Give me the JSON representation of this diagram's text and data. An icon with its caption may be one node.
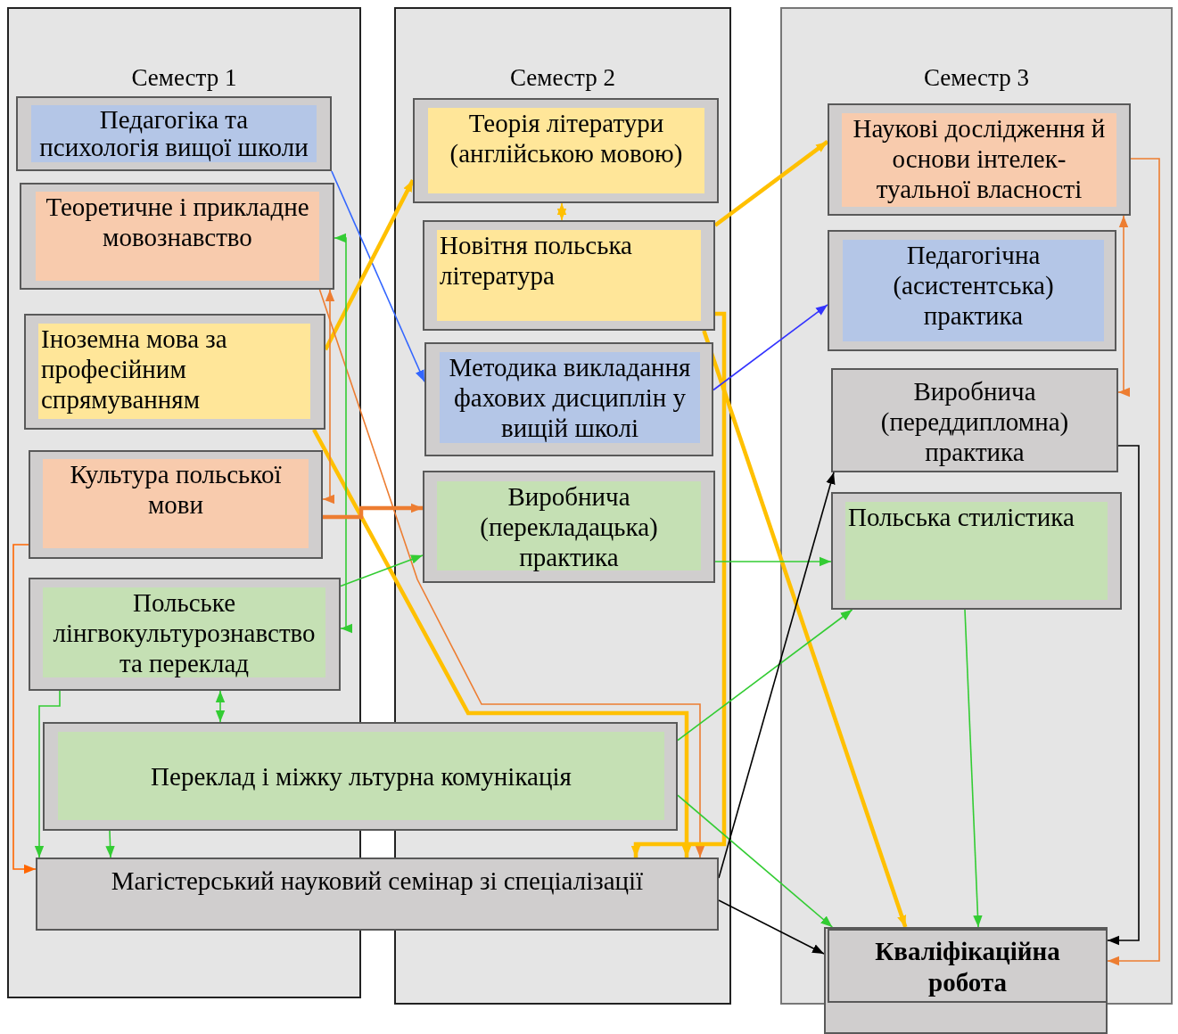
{
  "diagram": {
    "nodes": [
      {
        "text": [
          "Семестр 1"
        ]
      },
      {
        "text": [
          "Семестр 2"
        ]
      },
      {
        "text": [
          "Семестр 3"
        ]
      },
      {
        "text": [
          "Педагогіка та психологія вищої школи"
        ],
        "in": 0
      },
      {
        "text": [
          "Теоретичне і прикладне мовознавство"
        ],
        "in": 0
      },
      {
        "text": [
          "Іноземна мова за професійним спрямуванням"
        ],
        "in": 0
      },
      {
        "text": [
          "Культура польської мови"
        ],
        "in": 0
      },
      {
        "text": [
          "Польське лінгвокультурознавство та переклад"
        ],
        "in": 0
      },
      {
        "text": [
          "Теорія літератури (англійською мовою)"
        ],
        "in": 1
      },
      {
        "text": [
          "Новітня польська література"
        ],
        "in": 1
      },
      {
        "text": [
          "Методика викладання фахових дисциплін у вищій школі"
        ],
        "in": 1
      },
      {
        "text": [
          "Виробнича (перекладацька) практика"
        ],
        "in": 1
      },
      {
        "text": [
          "Наукові дослідження й основи інтелек- туальної власності"
        ],
        "in": 2
      },
      {
        "text": [
          "Педагогічна (асистентська) практика"
        ],
        "in": 2
      },
      {
        "text": [
          "Виробнича (переддипломна) практика"
        ],
        "in": 2
      },
      {
        "text": [
          "Польська стилістика"
        ],
        "in": 2
      },
      {
        "text": [
          "Переклад і міжку льтурна комунікація"
        ]
      },
      {
        "text": [
          "Магістерський науковий семінар зі спеціалізації"
        ]
      },
      {
        "text": [
          "Кваліфікаційна робота"
        ]
      }
    ],
    "edges": [
      {
        "from": 3,
        "to": 10,
        "arrow": "to",
        "color": "#3366ff"
      },
      {
        "from": 5,
        "to": 8,
        "arrow": "to",
        "style": "thick",
        "color": "#ffc000"
      },
      {
        "from": 5,
        "to": 17,
        "arrow": "to",
        "style": "thick",
        "color": "#ffc000"
      },
      {
        "from": 4,
        "to": 17,
        "arrow": "to",
        "color": "#ed7d31"
      },
      {
        "from": 4,
        "to": 6,
        "arrow": "both",
        "color": "#ed7d31"
      },
      {
        "from": 4,
        "to": 7,
        "arrow": "both"
      },
      {
        "from": 6,
        "to": 11,
        "arrow": "to",
        "style": "thick",
        "color": "#ed7d31"
      },
      {
        "from": 6,
        "to": 17,
        "arrow": "to",
        "color": "#ff6600"
      },
      {
        "from": 7,
        "to": 11,
        "arrow": "to"
      },
      {
        "from": 7,
        "to": 16,
        "arrow": "both"
      },
      {
        "from": 7,
        "to": 17,
        "arrow": "to"
      },
      {
        "from": 16,
        "to": 17,
        "arrow": "to"
      },
      {
        "from": 8,
        "to": 9,
        "arrow": "both",
        "color": "#ffc000"
      },
      {
        "from": 9,
        "to": 12,
        "arrow": "to",
        "style": "thick",
        "color": "#ffc000"
      },
      {
        "from": 9,
        "to": 17,
        "arrow": "to",
        "style": "thick",
        "color": "#ffc000"
      },
      {
        "from": 9,
        "to": 18,
        "arrow": "to",
        "style": "thick",
        "color": "#ffc000"
      },
      {
        "from": 10,
        "to": 13,
        "arrow": "to",
        "color": "#3333ff"
      },
      {
        "from": 11,
        "to": 15,
        "arrow": "to"
      },
      {
        "from": 16,
        "to": 15,
        "arrow": "to"
      },
      {
        "from": 16,
        "to": 18,
        "arrow": "to"
      },
      {
        "from": 17,
        "to": 14,
        "arrow": "to",
        "color": "#000000"
      },
      {
        "from": 17,
        "to": 18,
        "arrow": "to",
        "color": "#000000"
      },
      {
        "from": 12,
        "to": 14,
        "arrow": "both",
        "color": "#ed7d31"
      },
      {
        "from": 12,
        "to": 18,
        "arrow": "to",
        "color": "#ed7d31"
      },
      {
        "from": 14,
        "to": 18,
        "arrow": "to",
        "color": "#000000"
      },
      {
        "from": 15,
        "to": 18,
        "arrow": "to"
      }
    ]
  }
}
